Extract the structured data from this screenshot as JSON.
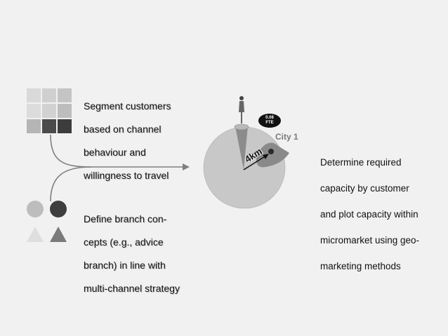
{
  "segment": {
    "lines": [
      "Segment customers",
      "based on channel",
      "behaviour and",
      "willingness to travel"
    ]
  },
  "define": {
    "lines": [
      "Define branch con-",
      "cepts (e.g., advice",
      "branch) in line with",
      "multi-channel strategy"
    ]
  },
  "determine": {
    "lines": [
      "Determine required",
      "capacity by customer",
      "and plot capacity within",
      "micromarket using geo-",
      "marketing methods"
    ]
  },
  "map": {
    "city_label": "City 1",
    "fte_value": "0.08",
    "fte_unit": "FTE",
    "radius_label": "4km"
  },
  "colors": {
    "light_cell": "#d9d9d9",
    "mid_cell": "#bcbcbc",
    "dark_cell": "#4a4a4a",
    "circle_fill": "#c8c8c8",
    "arrow": "#7f7f7f"
  },
  "icons": [
    "segment-grid-icon",
    "branch-shapes-icon",
    "person-icon",
    "arrow-right-icon"
  ]
}
